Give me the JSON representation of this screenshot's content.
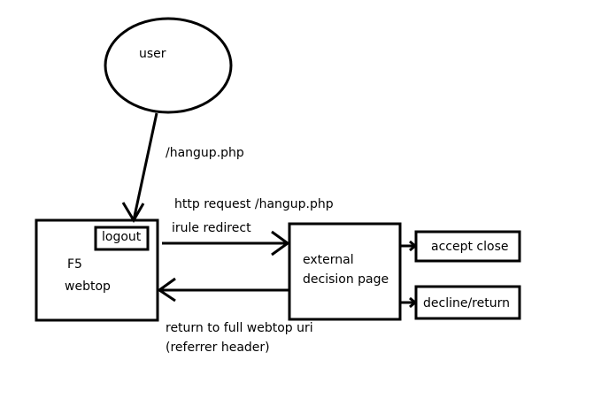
{
  "nodes": {
    "user": {
      "label": "user"
    },
    "webtop": {
      "line1": "F5",
      "line2": "webtop"
    },
    "logout": {
      "label": "logout"
    },
    "decision": {
      "line1": "external",
      "line2": "decision page"
    },
    "accept": {
      "label": "accept close"
    },
    "decline": {
      "label": "decline/return"
    }
  },
  "edges": {
    "hangup": {
      "label": "/hangup.php"
    },
    "http_request": {
      "label": "http request /hangup.php"
    },
    "irule_redirect": {
      "label": "irule redirect"
    },
    "return": {
      "line1": "return to full webtop uri",
      "line2": "(referrer header)"
    }
  },
  "colors": {
    "stroke": "#000000",
    "background": "#ffffff"
  }
}
